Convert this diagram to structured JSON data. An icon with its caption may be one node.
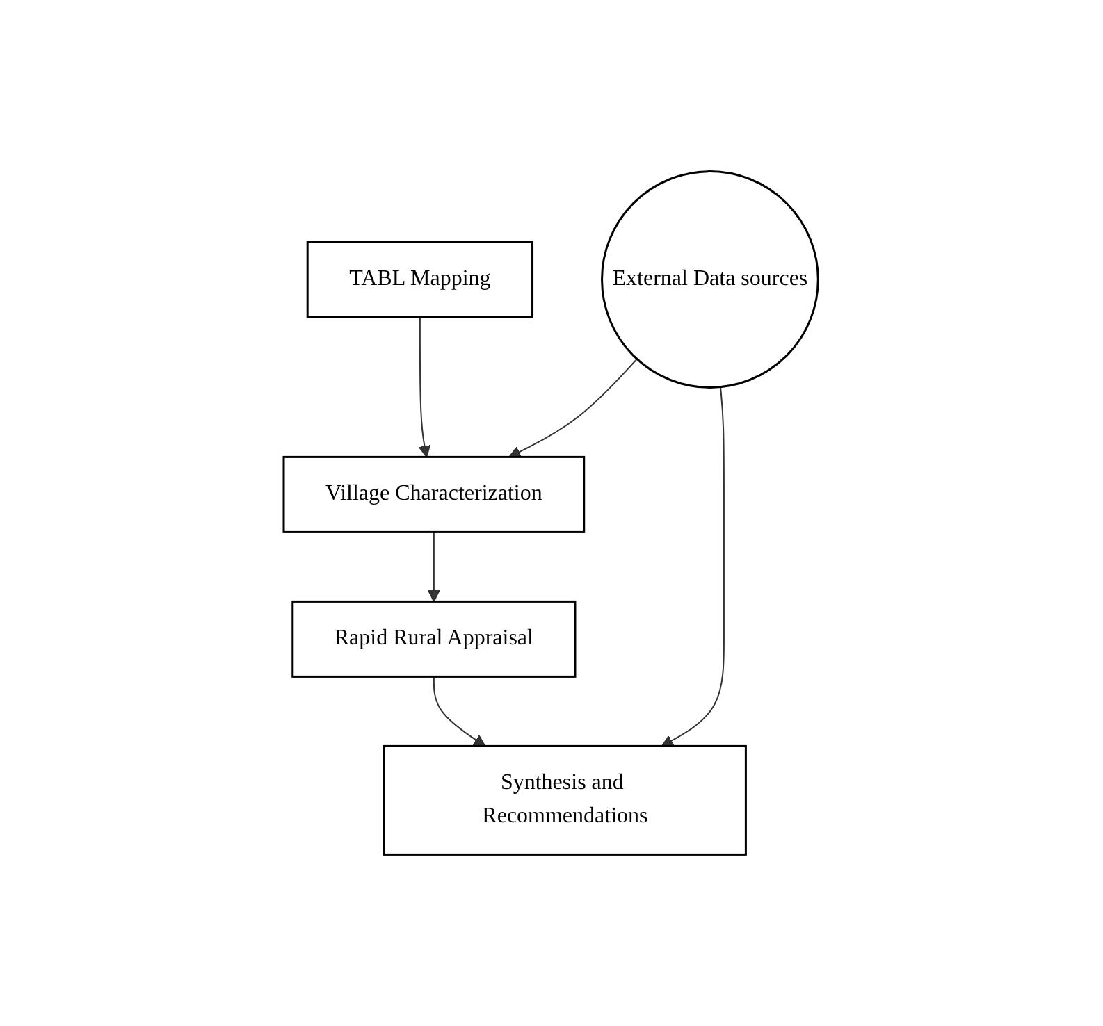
{
  "diagram": {
    "nodes": [
      {
        "text": [
          "TABL Mapping"
        ]
      },
      {
        "text": [
          "Village Characterization"
        ]
      },
      {
        "text": [
          "Rapid Rural Appraisal"
        ]
      },
      {
        "text": [
          "Synthesis and Recommendations"
        ]
      },
      {
        "text": [
          "External Data sources"
        ]
      }
    ],
    "edges": [
      {
        "from": 0,
        "to": 1,
        "arrow": "to"
      },
      {
        "from": 1,
        "to": 2,
        "arrow": "to"
      },
      {
        "from": 2,
        "to": 3,
        "arrow": "to"
      },
      {
        "from": 4,
        "to": 1,
        "arrow": "to"
      },
      {
        "from": 4,
        "to": 3,
        "arrow": "to"
      }
    ]
  }
}
